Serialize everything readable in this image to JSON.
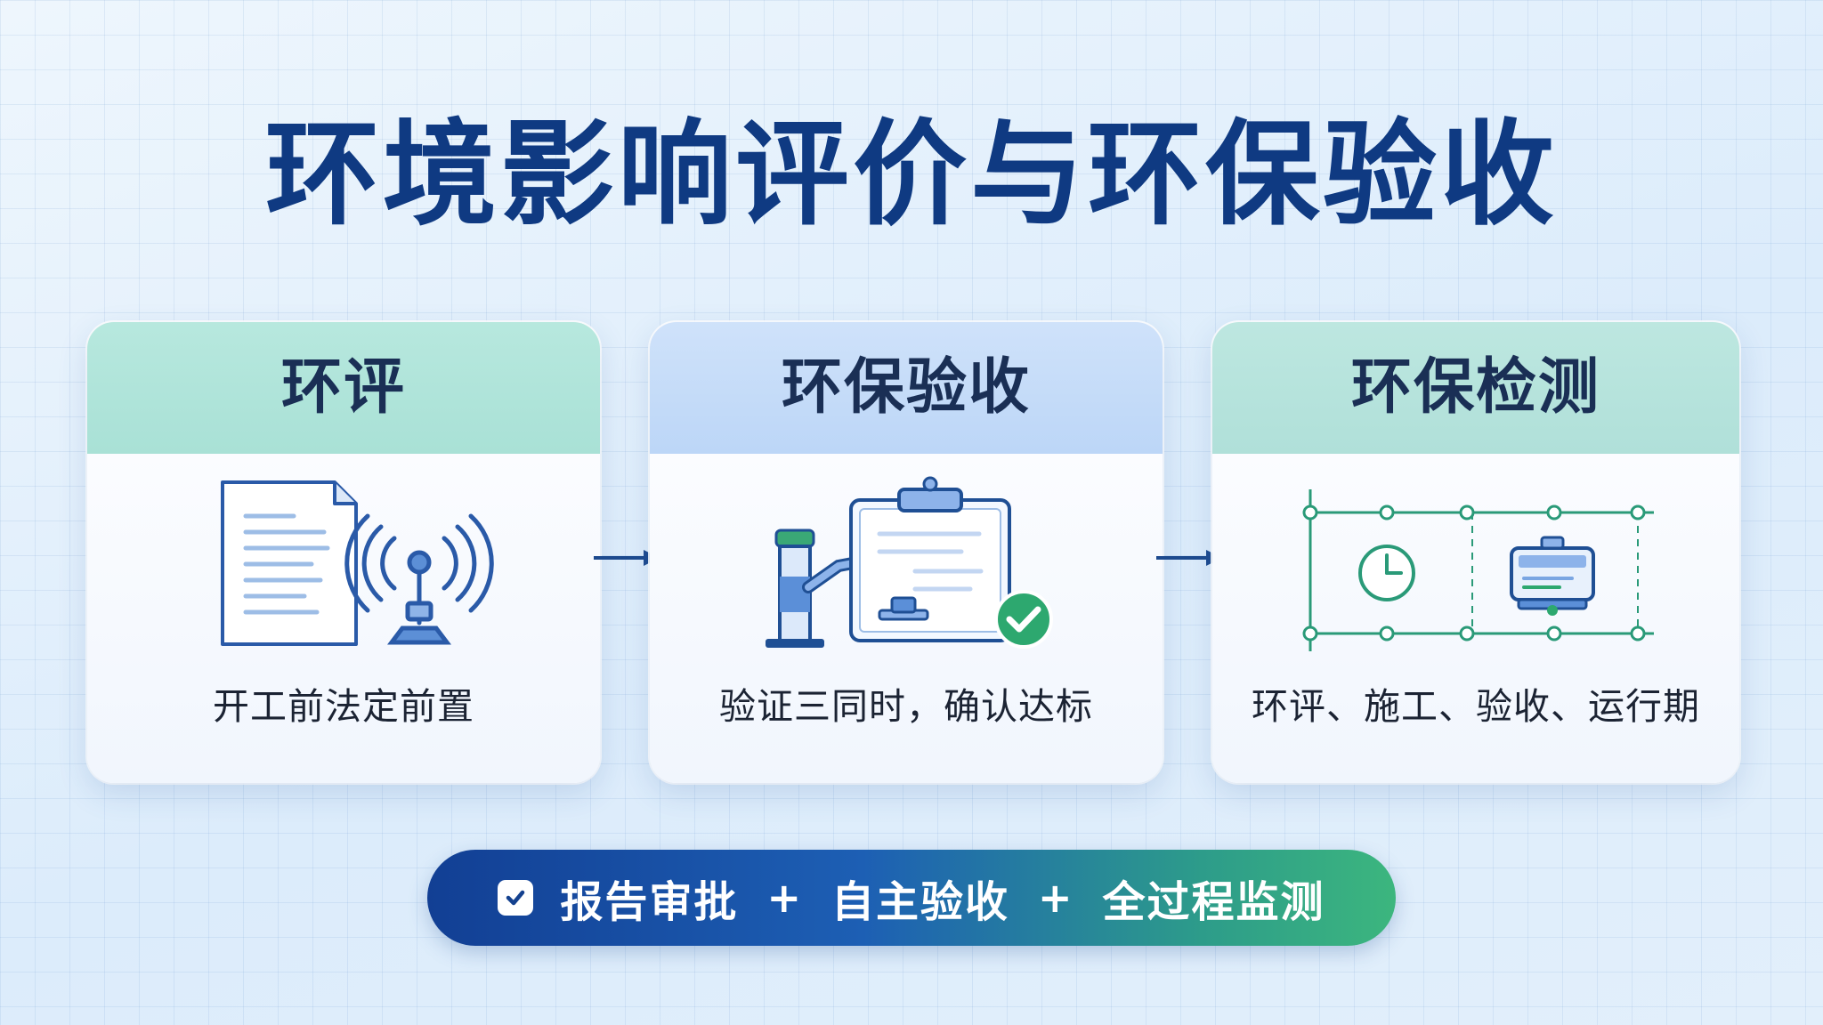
{
  "title": "环境影响评价与环保验收",
  "cards": [
    {
      "title": "环评",
      "caption": "开工前法定前置",
      "head_color": "#b4e6db"
    },
    {
      "title": "环保验收",
      "caption": "验证三同时，确认达标",
      "head_color": "#c6dcf8"
    },
    {
      "title": "环保检测",
      "caption": "环评、施工、验收、运行期",
      "head_color": "#b9e5df"
    }
  ],
  "icons": {
    "card1": [
      "document-icon",
      "antenna-icon"
    ],
    "card2": [
      "monitoring-station-icon",
      "clipboard-icon",
      "check-badge-icon"
    ],
    "card3": [
      "timeline-grid-icon",
      "clock-icon",
      "monitor-icon"
    ]
  },
  "banner": {
    "items": [
      "报告审批",
      "自主验收",
      "全过程监测"
    ],
    "separator": "+"
  },
  "colors": {
    "title": "#0f3a82",
    "accent_blue": "#2e6fc6",
    "accent_green": "#2da86f",
    "banner_start": "#123f94",
    "banner_end": "#3cb67e"
  }
}
